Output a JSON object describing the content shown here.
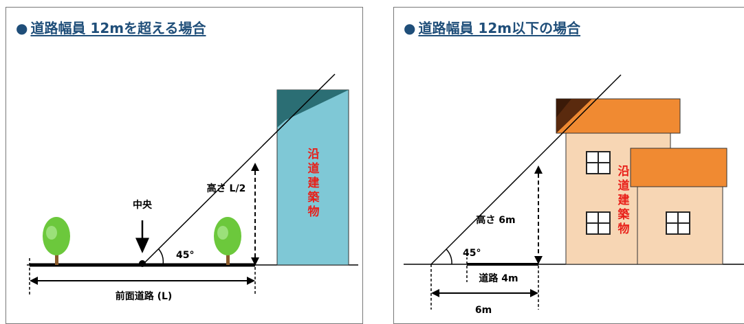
{
  "left": {
    "title_bullet": "●",
    "title": "道路幅員 12mを超える場合",
    "center_label": "中央",
    "height_label": "高さ L/2",
    "angle_label": "45°",
    "road_label": "前面道路 (L)",
    "building_label": [
      "沿",
      "道",
      "建",
      "築",
      "物"
    ]
  },
  "right": {
    "title_bullet": "●",
    "title": "道路幅員 12m以下の場合",
    "height_label": "高さ 6m",
    "angle_label": "45°",
    "road_label": "道路 4m",
    "distance_label": "6m",
    "building_label": [
      "沿",
      "道",
      "建",
      "築",
      "物"
    ]
  },
  "colors": {
    "title": "#1f4e79",
    "building_label": "#e8201a",
    "tower": "#7fc8d6",
    "tower_top": "#2b6e74",
    "house_wall": "#f7d6b4",
    "house_roof": "#f08a32",
    "house_roof_dark": "#5a2a0e",
    "tree": "#6cc83c"
  }
}
